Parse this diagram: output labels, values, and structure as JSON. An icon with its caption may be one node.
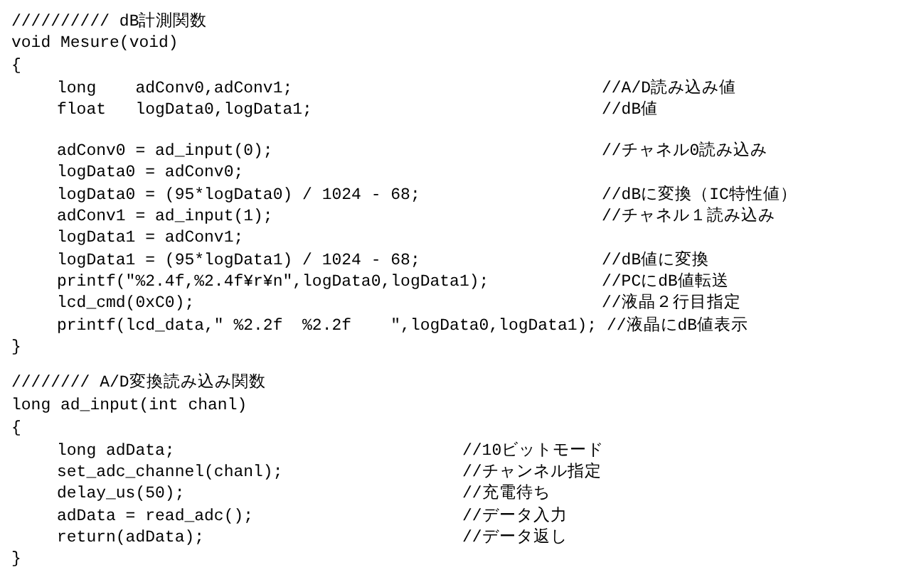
{
  "diagram": {
    "labels": [
      "////////// dB計測関数",
      "void Mesure(void)",
      "{",
      "long    adConv0,adConv1;",
      "//A/D読み込み値",
      "float   logData0,logData1;",
      "//dB値",
      "adConv0 = ad_input(0);",
      "//チャネル0読み込み",
      "logData0 = adConv0;",
      "logData0 = (95*logData0) / 1024 - 68;",
      "//dBに変換（IC特性値）",
      "adConv1 = ad_input(1);",
      "//チャネル１読み込み",
      "logData1 = adConv1;",
      "logData1 = (95*logData1) / 1024 - 68;",
      "//dB値に変換",
      "printf(\"%2.4f,%2.4f¥r¥n\",logData0,logData1);",
      "//PCにdB値転送",
      "lcd_cmd(0xC0);",
      "//液晶２行目指定",
      "printf(lcd_data,\" %2.2f  %2.2f    \",logData0,logData1); //液晶にdB値表示",
      "}",
      "//////// A/D変換読み込み関数",
      "long ad_input(int chanl)",
      "{",
      "long adData;",
      "//10ビットモード",
      "set_adc_channel(chanl);",
      "//チャンネル指定",
      "delay_us(50);",
      "//充電待ち",
      "adData = read_adc();",
      "//データ入力",
      "return(adData);",
      "//データ返し",
      "}"
    ]
  }
}
